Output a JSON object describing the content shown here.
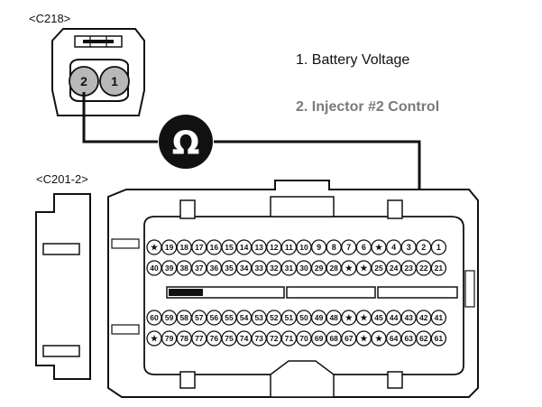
{
  "connectors": {
    "c218": {
      "label": "<C218>",
      "pins": [
        {
          "num": "2",
          "highlighted": true
        },
        {
          "num": "1",
          "highlighted": true
        }
      ]
    },
    "c201": {
      "label": "<C201-2>",
      "rows": [
        [
          "★",
          "19",
          "18",
          "17",
          "16",
          "15",
          "14",
          "13",
          "12",
          "11",
          "10",
          "9",
          "8",
          "7",
          "6",
          "★",
          "4",
          "3",
          "2",
          "1"
        ],
        [
          "40",
          "39",
          "38",
          "37",
          "36",
          "35",
          "34",
          "33",
          "32",
          "31",
          "30",
          "29",
          "28",
          "★",
          "★",
          "25",
          "24",
          "23",
          "22",
          "21"
        ],
        [
          "60",
          "59",
          "58",
          "57",
          "56",
          "55",
          "54",
          "53",
          "52",
          "51",
          "50",
          "49",
          "48",
          "★",
          "★",
          "45",
          "44",
          "43",
          "42",
          "41"
        ],
        [
          "★",
          "79",
          "78",
          "77",
          "76",
          "75",
          "74",
          "73",
          "72",
          "71",
          "70",
          "69",
          "68",
          "67",
          "★",
          "★",
          "64",
          "63",
          "62",
          "61"
        ]
      ]
    }
  },
  "legend": {
    "item1": "1. Battery Voltage",
    "item2": "2. Injector #2 Control"
  },
  "meter": {
    "symbol": "Ω",
    "name": "ohmmeter-symbol"
  },
  "colors": {
    "line": "#111111",
    "dim_text": "#7a7a7a",
    "pin_highlight": "#b8b8b8",
    "body": "#ffffff"
  }
}
